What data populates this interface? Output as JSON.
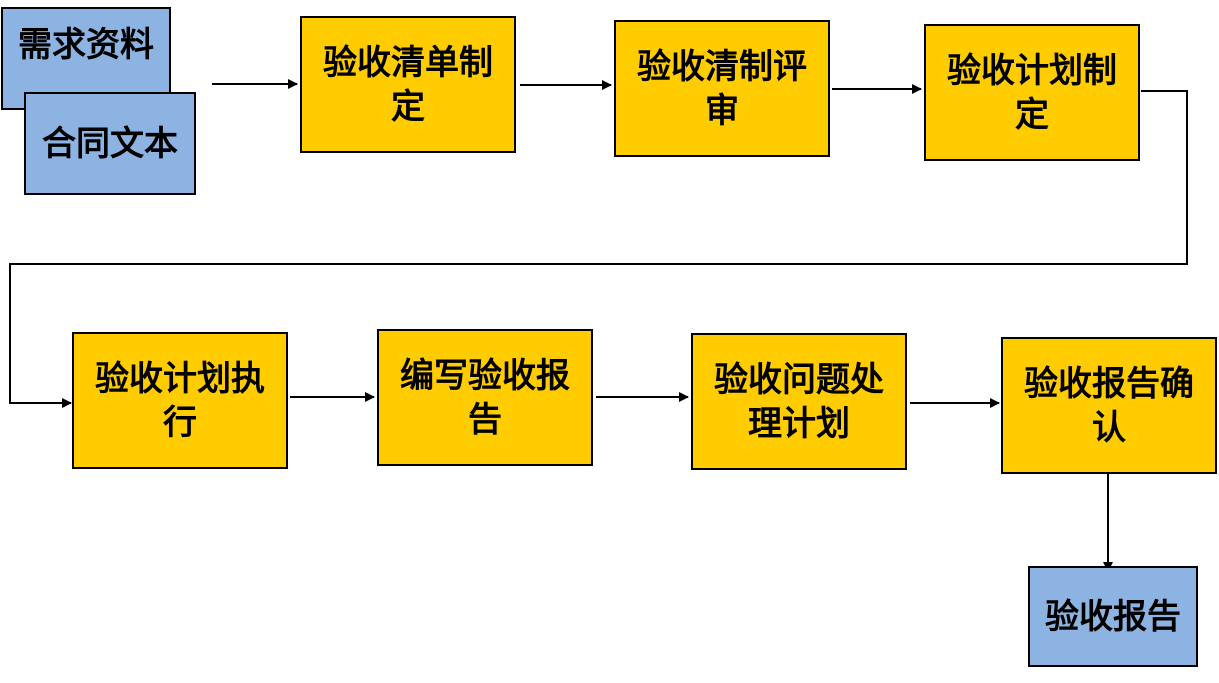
{
  "nodes": {
    "req_docs": "需求资料",
    "contract": "合同文本",
    "list_make": "验收清单制定",
    "list_review": "验收清制评审",
    "plan_make": "验收计划制定",
    "plan_exec": "验收计划执行",
    "write_report": "编写验收报告",
    "issue_plan": "验收问题处理计划",
    "report_confirm": "验收报告确认",
    "report": "验收报告"
  },
  "colors": {
    "process": "#ffcc00",
    "document": "#8db3e2",
    "line": "#000000"
  }
}
